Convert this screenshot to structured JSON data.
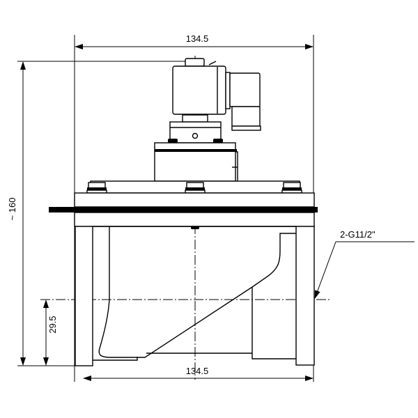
{
  "drawing": {
    "dimensions": {
      "top_width": "134.5",
      "bottom_width": "134.5",
      "overall_height": "~ 160",
      "port_center_height": "29.5"
    },
    "port_callout": "2-G11/2\"",
    "line_color": "#000000",
    "background_color": "#ffffff"
  }
}
